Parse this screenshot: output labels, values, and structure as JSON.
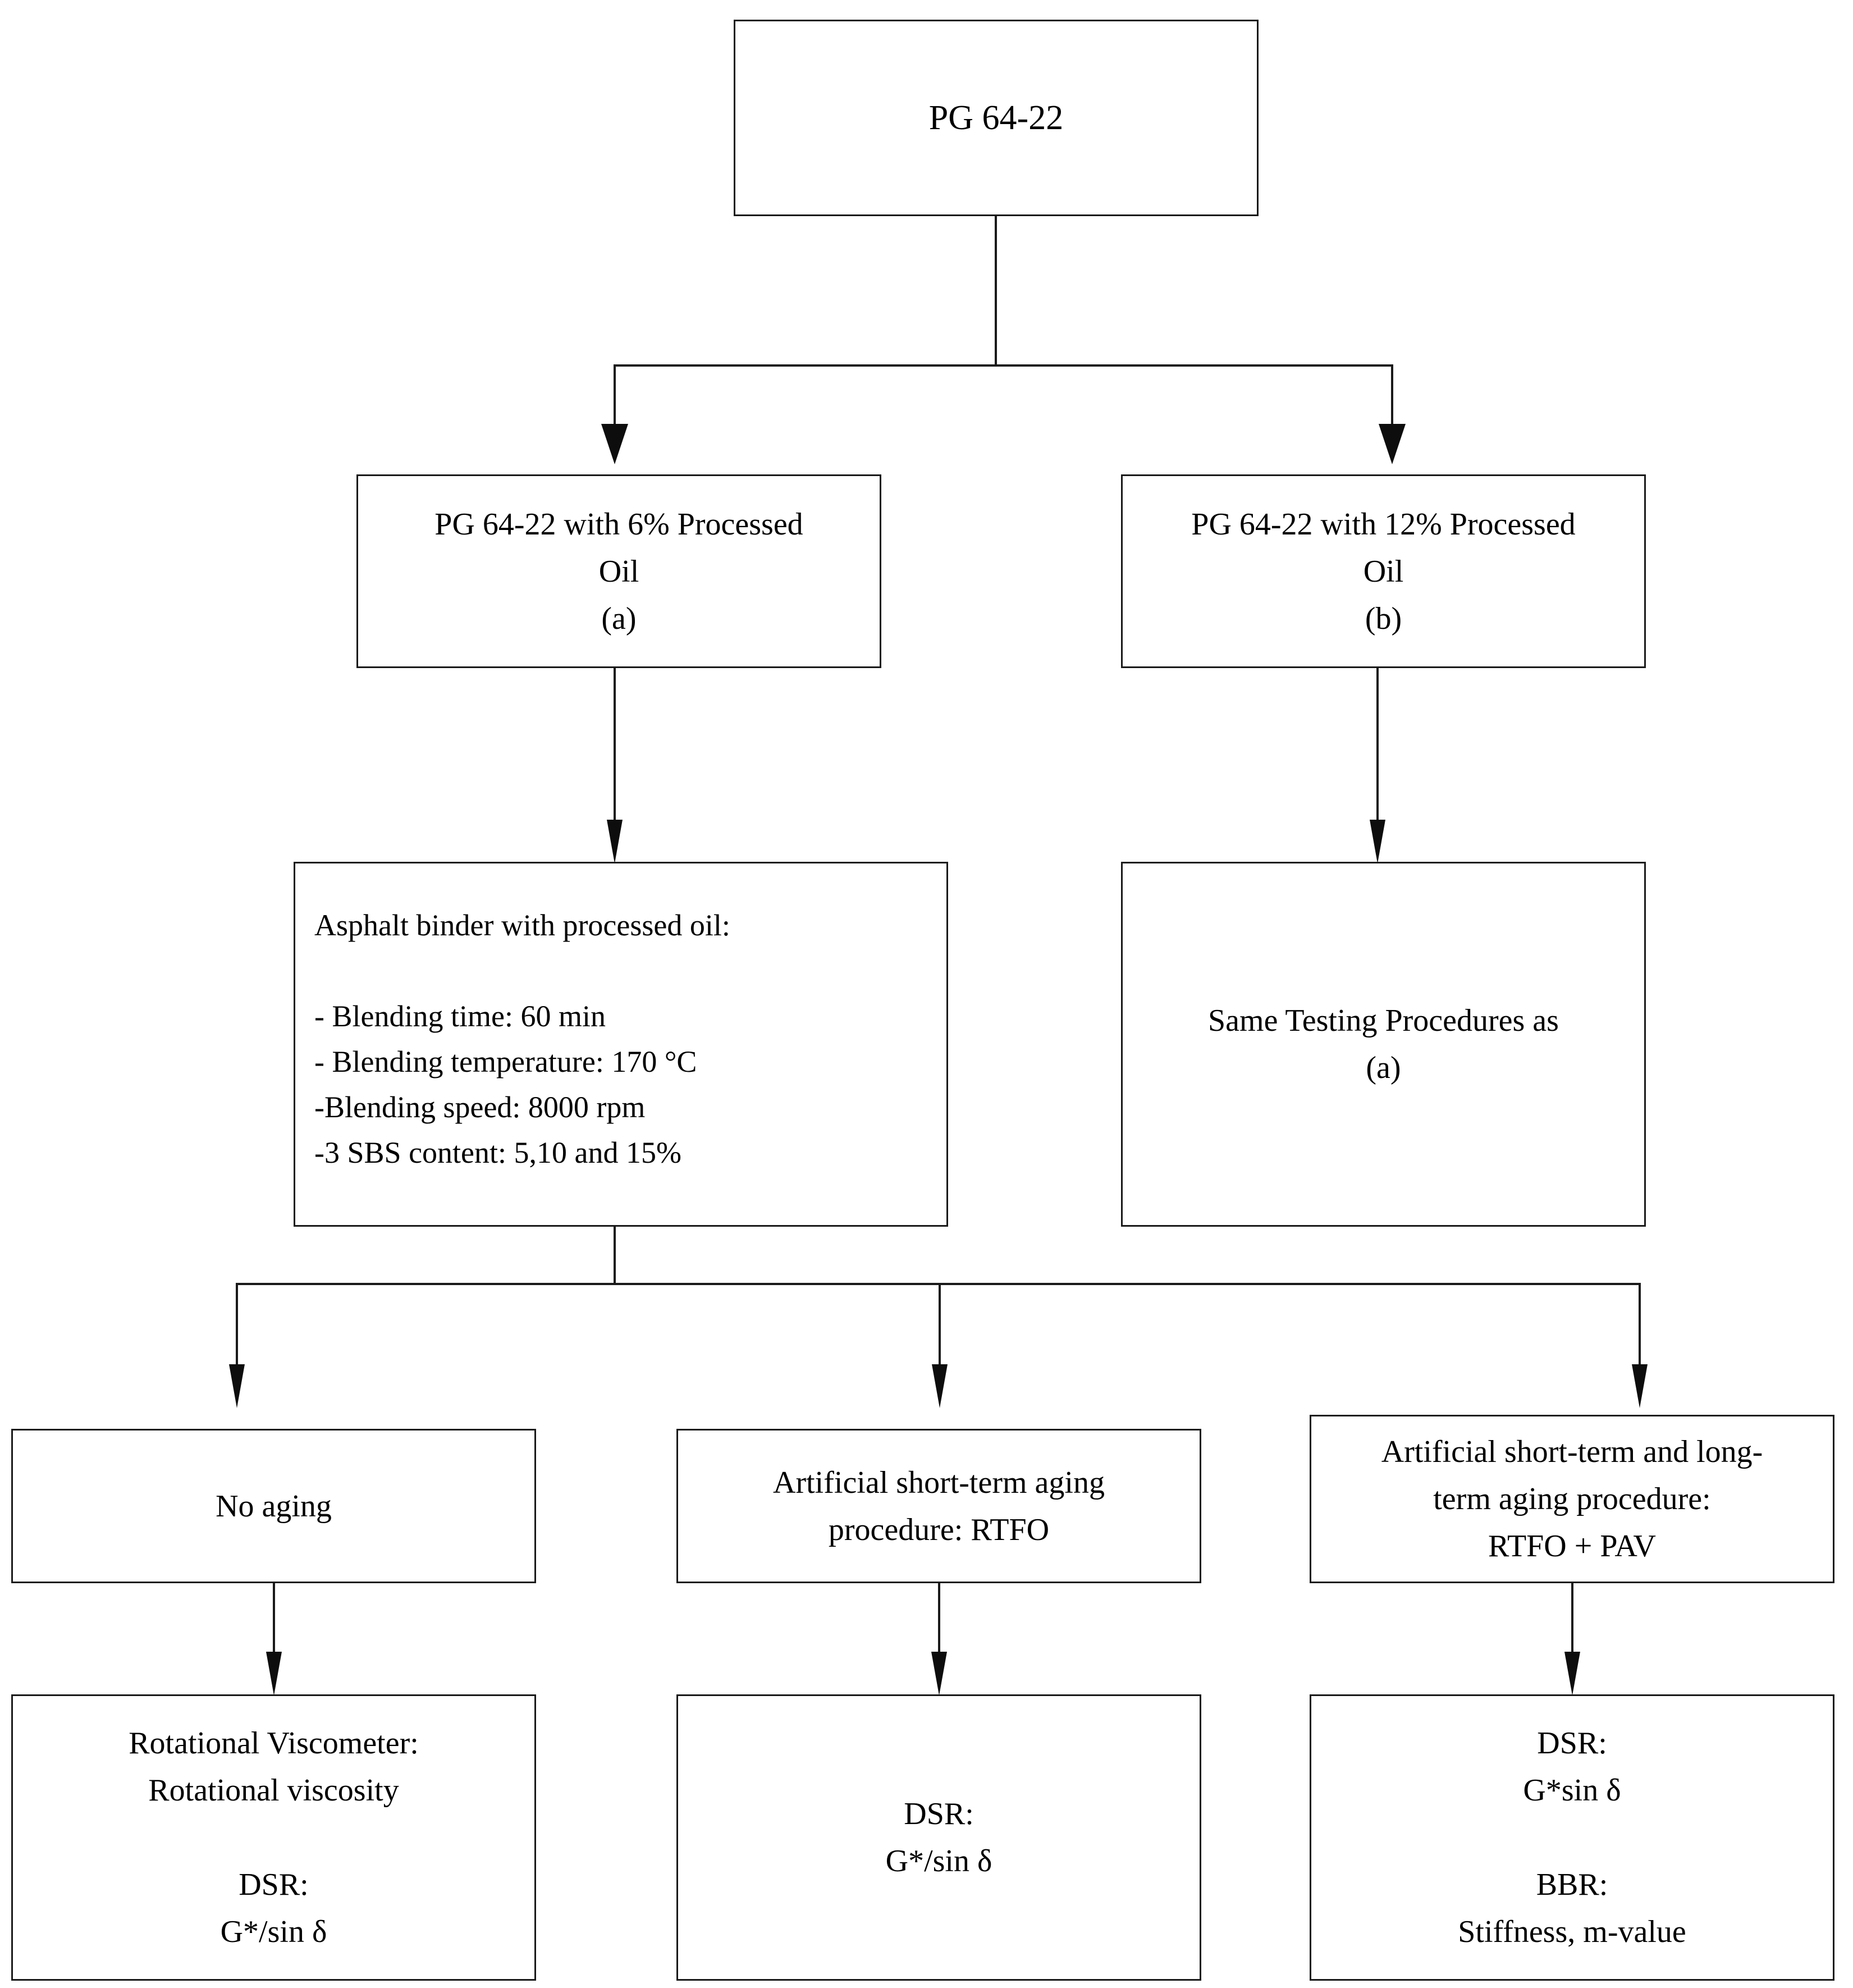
{
  "diagram": {
    "title": "Asphalt binder experimental program flowchart",
    "colors": {
      "line": "#1a1a1a",
      "box_fill": "#ffffff",
      "text": "#000000"
    },
    "nodes": {
      "root": {
        "label": "PG 64-22"
      },
      "oil6": {
        "label": "PG 64-22 with 6% Processed\nOil\n(a)"
      },
      "oil12": {
        "label": "PG 64-22 with 12% Processed\nOil\n(b)"
      },
      "binder": {
        "heading": "Asphalt binder with processed oil:",
        "lines": [
          "- Blending time:  60 min",
          "- Blending temperature:  170 °C",
          "-Blending speed:  8000 rpm",
          "-3 SBS content: 5,10 and 15%"
        ],
        "label": "Asphalt binder with processed oil:\n\n- Blending time:  60 min\n- Blending temperature:  170 °C\n-Blending speed:  8000 rpm\n-3 SBS content: 5,10 and 15%"
      },
      "same_proc": {
        "label": "Same Testing Procedures as\n(a)"
      },
      "no_aging": {
        "label": "No aging"
      },
      "rtfo": {
        "label": "Artificial short-term aging\nprocedure: RTFO"
      },
      "rtfo_pav": {
        "label": "Artificial short-term and long-\nterm aging procedure:\nRTFO + PAV"
      },
      "tests_unaged": {
        "label": "Rotational Viscometer:\nRotational viscosity\n\nDSR:\nG*/sin δ"
      },
      "tests_rtfo": {
        "label": "DSR:\nG*/sin δ"
      },
      "tests_pav": {
        "label": "DSR:\nG*sin δ\n\nBBR:\nStiffness, m-value"
      }
    },
    "edges": [
      {
        "from": "root",
        "to": "oil6"
      },
      {
        "from": "root",
        "to": "oil12"
      },
      {
        "from": "oil6",
        "to": "binder"
      },
      {
        "from": "oil12",
        "to": "same_proc"
      },
      {
        "from": "binder",
        "to": "no_aging"
      },
      {
        "from": "binder",
        "to": "rtfo"
      },
      {
        "from": "binder",
        "to": "rtfo_pav"
      },
      {
        "from": "no_aging",
        "to": "tests_unaged"
      },
      {
        "from": "rtfo",
        "to": "tests_rtfo"
      },
      {
        "from": "rtfo_pav",
        "to": "tests_pav"
      }
    ]
  }
}
